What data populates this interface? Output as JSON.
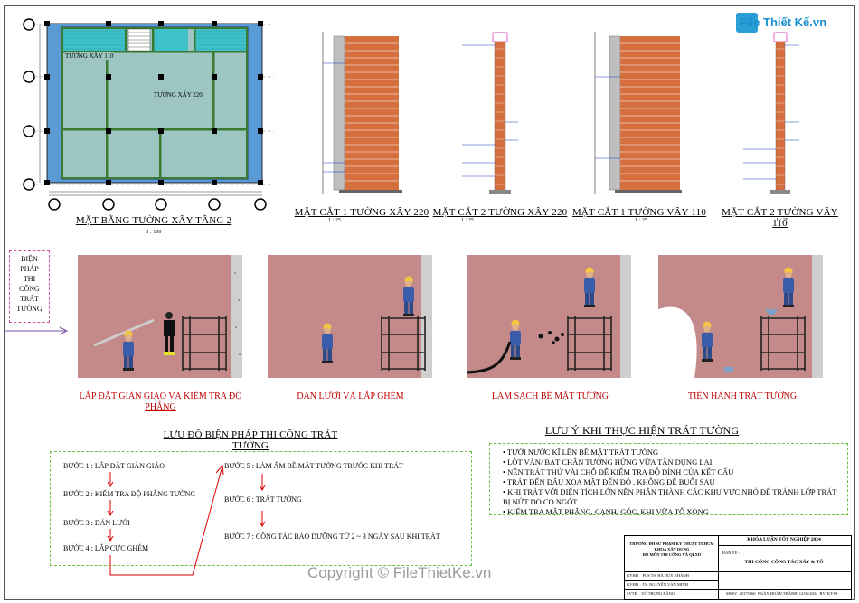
{
  "logo": {
    "text": "File Thiết Kế.vn"
  },
  "watermark": "Copyright © FileThietKe.vn",
  "plan": {
    "title": "MẶT BẰNG TƯỜNG XÂY TẦNG 2",
    "scale": "1 : 100",
    "label_110": "TƯỜNG XÂY 110",
    "label_220": "TƯỜNG XÂY 220"
  },
  "sections": [
    {
      "title": "MẶT CẮT 1 TƯỜNG XÂY 220",
      "scale": "1 : 25"
    },
    {
      "title": "MẶT CẮT 2 TƯỜNG XÂY 220",
      "scale": "1 : 25"
    },
    {
      "title": "MẶT CẮT 1 TƯỜNG VÂY 110",
      "scale": "1 : 25"
    },
    {
      "title": "MẶT CẮT 2 TƯỜNG VÂY 110",
      "scale": "1 : 25"
    }
  ],
  "method_label": "BIỆN PHÁP THI CÔNG TRÁT TƯỜNG",
  "method_lines": [
    "BIỆN",
    "PHÁP",
    "THI",
    "CÔNG",
    "TRÁT",
    "TƯỜNG"
  ],
  "scenes": [
    {
      "caption": "LẮP ĐẶT GIÀN GIÁO VÀ KIỂM TRA ĐỘ PHẲNG"
    },
    {
      "caption": "DÁN LƯỚI VÀ LẮP GHÉM"
    },
    {
      "caption": "LÀM SẠCH BỀ MẶT TƯỜNG"
    },
    {
      "caption": "TIẾN HÀNH TRÁT TƯỜNG"
    }
  ],
  "flow": {
    "title": "LƯU ĐỒ BIỆN PHÁP THI CÔNG TRÁT TƯỜNG",
    "steps": [
      "BƯỚC 1 : LẮP ĐẶT GIÀN GIÁO",
      "BƯỚC 2 : KIỂM TRA ĐỘ PHẲNG TƯỜNG",
      "BƯỚC 3 : DÁN LƯỚI",
      "BƯỚC 4 : LẮP CỰC GHÉM",
      "BƯỚC 5 : LÀM ẨM BỀ MẶT TƯỜNG TRƯỚC KHI TRÁT",
      "BƯỚC 6 : TRÁT TƯỜNG",
      "BƯỚC 7 : CÔNG TÁC BẢO DƯỠNG TỪ 2 ~ 3 NGÀY SAU KHI TRÁT"
    ]
  },
  "notes": {
    "title": "LƯU Ý KHI THỰC HIỆN TRÁT TƯỜNG",
    "items": [
      "TƯỚI NƯỚC KĨ LÊN BỀ MẶT TRÁT TƯỜNG",
      "LÓT VÁN/ BẠT CHÂN TƯỜNG HỨNG VỮA TẬN DỤNG LẠI",
      "NÊN TRÁT THỬ VÀI CHỖ ĐỂ KIỂM TRA ĐỘ DÍNH CỦA KẾT CẤU",
      "TRÁT ĐẾN ĐÂU XOA MẶT ĐẾN ĐÓ , KHÔNG ĐỂ BUỔI SAU",
      "KHI TRÁT VỚI DIỆN TÍCH LỚN NÊN PHÂN THÀNH CÁC KHU VỰC NHỎ ĐỂ TRÁNH LỚP TRÁT BỊ NỨT DO CO NGÓT",
      "KIỂM TRA MẶT PHẲNG, CẠNH, GÓC, KHI VỮA TÔ XONG"
    ]
  },
  "titleblock": {
    "school": "TRƯỜNG ĐH SƯ PHẠM KỸ THUẬT TP.HCM",
    "faculty": "KHOA XÂY DỰNG",
    "dept": "BỘ MÔN THI CÔNG VÀ QLXD",
    "thesis": "KHÓA LUẬN TỐT NGHIỆP 2024",
    "drawing_label": "BẢN VẼ :",
    "drawing_name": "THI CÔNG CÔNG TÁC XÂY & TÔ",
    "rows": [
      {
        "role": "GVHD",
        "name": "PGS TS. HÀ DUY KHÁNH"
      },
      {
        "role": "GVĐD",
        "name": "TS. NGUYỄN VĂN MINH"
      },
      {
        "role": "SVTH",
        "name": "VÕ TRỌNG BẰNG"
      }
    ],
    "mssv": "MSSV",
    "mssv_val": "20175066",
    "date_label": "NGÀY HOÀN THÀNH",
    "date_val": "12/06/2024",
    "sheet_label": "BV: KT-09"
  }
}
